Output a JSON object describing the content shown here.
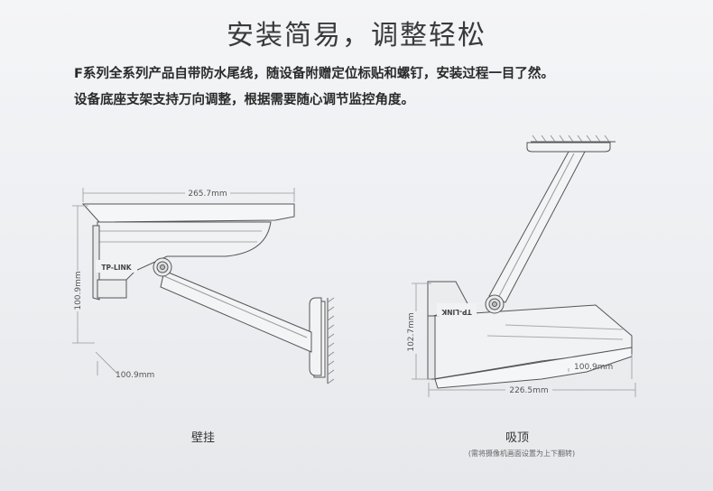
{
  "title": "安装简易，调整轻松",
  "description": {
    "line1": "F系列全系列产品自带防水尾线，随设备附赠定位标贴和螺钉，安装过程一目了然。",
    "line2": "设备底座支架支持万向调整，根据需要随心调节监控角度。"
  },
  "wall_mount": {
    "caption": "壁挂",
    "brand_label": "TP-LINK",
    "dim_width": "265.7mm",
    "dim_height": "100.9mm",
    "dim_depth": "100.9mm"
  },
  "ceiling_mount": {
    "caption": "吸顶",
    "note": "(需将摄像机画面设置为上下翻转)",
    "brand_label": "TP-LINK",
    "dim_height": "102.7mm",
    "dim_depth": "100.9mm",
    "dim_width": "226.5mm"
  }
}
